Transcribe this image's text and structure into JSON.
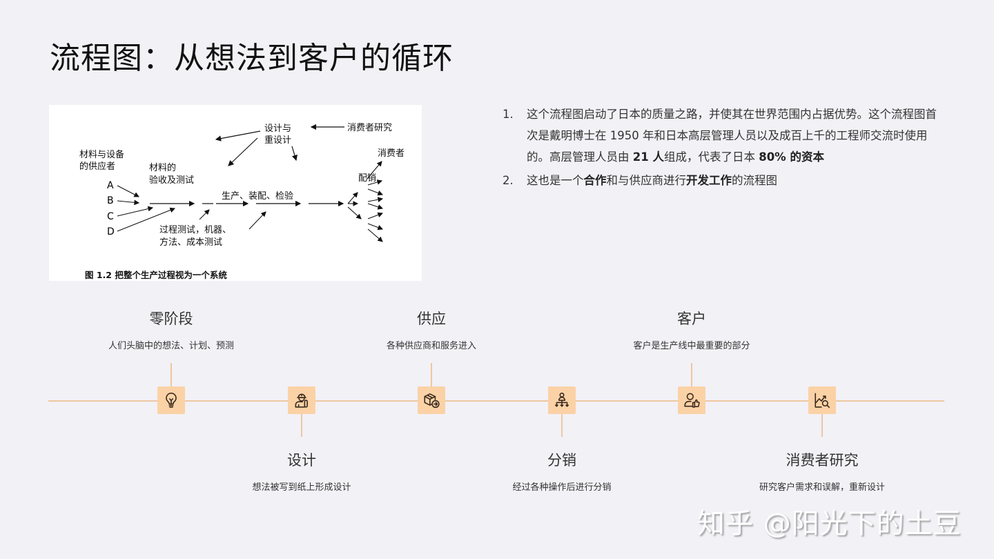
{
  "slide": {
    "title": "流程图：从想法到客户的循环"
  },
  "figure": {
    "caption": "图 1.2   把整个生产过程视为一个系统",
    "labels": {
      "design": [
        "设计与",
        "重设计"
      ],
      "consumer_research": "消费者研究",
      "suppliers": [
        "材料与设备",
        "的供应者"
      ],
      "receiving": [
        "材料的",
        "验收及测试"
      ],
      "production": "生产、装配、检验",
      "process_test": [
        "过程测试，机器、",
        "方法、成本测试"
      ],
      "distribution": "配销",
      "consumers": "消费者",
      "supplier_ids": [
        "A",
        "B",
        "C",
        "D"
      ]
    }
  },
  "notes": {
    "items": [
      {
        "num": "1.",
        "parts": [
          {
            "text": "这个流程图启动了日本的质量之路，并使其在世界范围内占据优势。这个流程图首次是戴明博士在 1950 年和日本高层管理人员以及成百上千的工程师交流时使用的。高层管理人员由 ",
            "bold": false
          },
          {
            "text": "21 人",
            "bold": true
          },
          {
            "text": "组成，代表了日本 ",
            "bold": false
          },
          {
            "text": "80% 的资本",
            "bold": true
          }
        ]
      },
      {
        "num": "2.",
        "parts": [
          {
            "text": "这也是一个",
            "bold": false
          },
          {
            "text": "合作",
            "bold": true
          },
          {
            "text": "和与供应商进行",
            "bold": false
          },
          {
            "text": "开发工作",
            "bold": true
          },
          {
            "text": "的流程图",
            "bold": false
          }
        ]
      }
    ]
  },
  "timeline": {
    "line_color": "#eec7a0",
    "node_color": "#fbd2a6",
    "steps": [
      {
        "title": "零阶段",
        "desc": "人们头脑中的想法、计划、预测",
        "icon": "lightbulb-icon",
        "position": "top"
      },
      {
        "title": "设计",
        "desc": "想法被写到纸上形成设计",
        "icon": "engineer-icon",
        "position": "bottom"
      },
      {
        "title": "供应",
        "desc": "各种供应商和服务进入",
        "icon": "box-arrow-icon",
        "position": "top"
      },
      {
        "title": "分销",
        "desc": "经过各种操作后进行分销",
        "icon": "distribution-icon",
        "position": "bottom"
      },
      {
        "title": "客户",
        "desc": "客户是生产线中最重要的部分",
        "icon": "customer-like-icon",
        "position": "top"
      },
      {
        "title": "消费者研究",
        "desc": "研究客户需求和误解，重新设计",
        "icon": "chart-search-icon",
        "position": "bottom"
      }
    ]
  },
  "watermark": {
    "text": "知乎 @阳光下的土豆"
  }
}
